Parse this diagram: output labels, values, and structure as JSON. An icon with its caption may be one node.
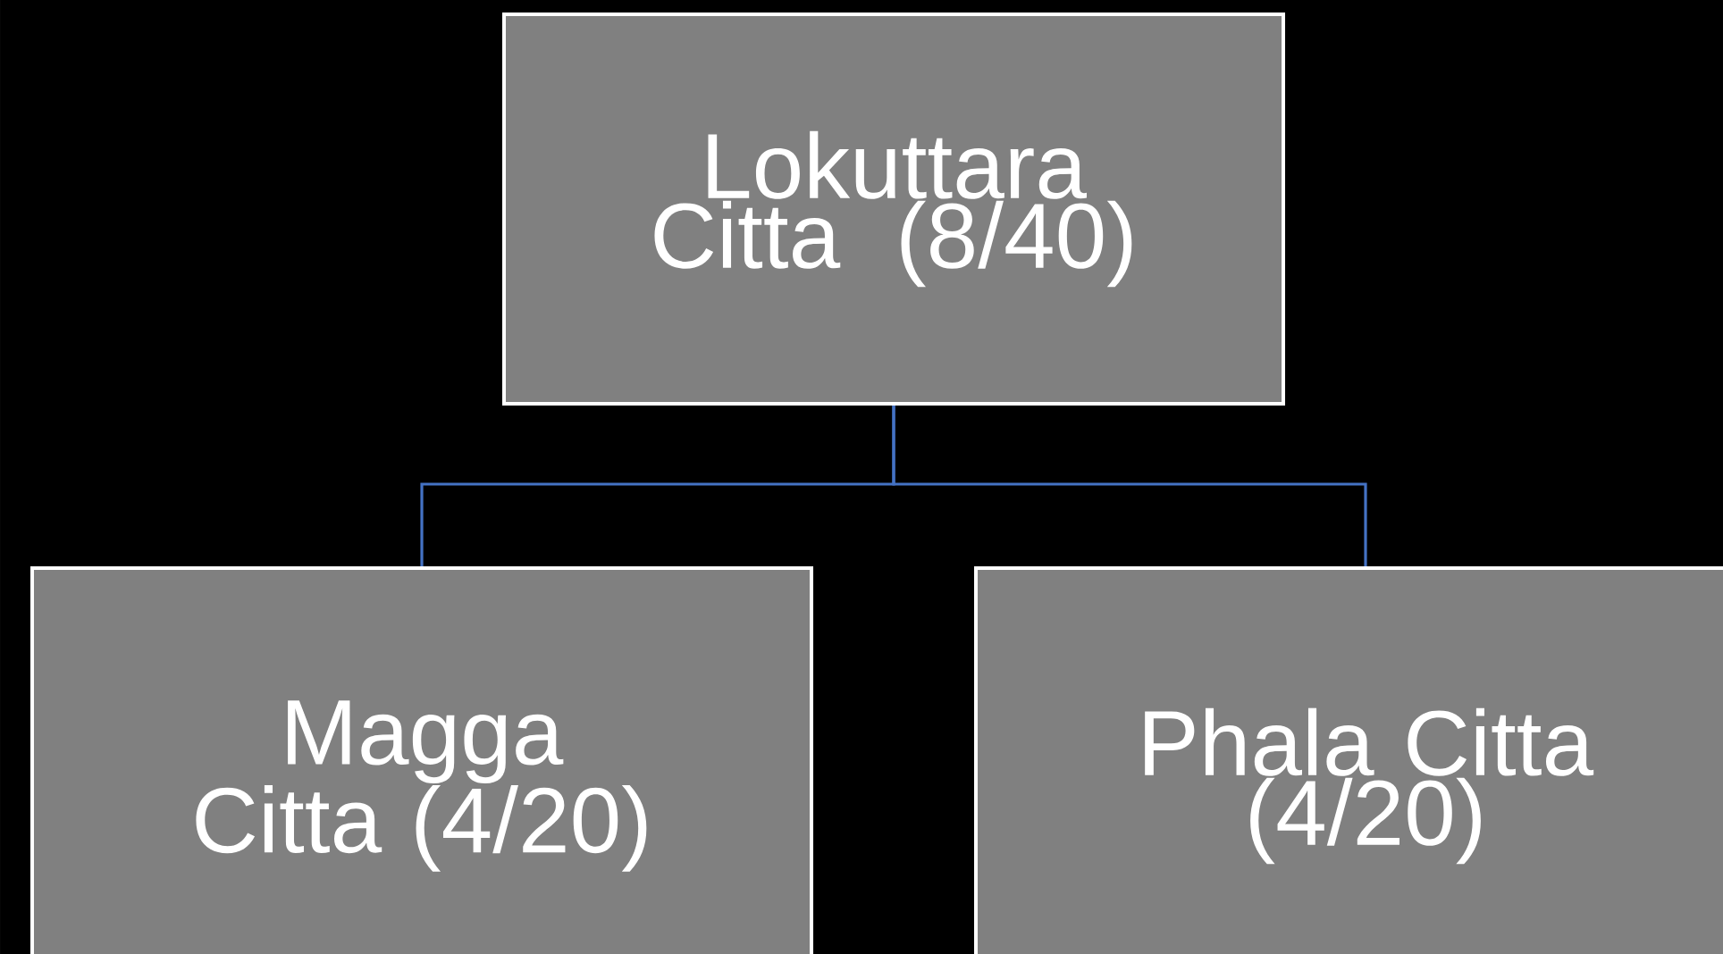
{
  "diagram": {
    "nodes": [
      {
        "text": [
          "Lokuttara Citta (8/40)"
        ]
      },
      {
        "text": [
          "Magga Citta (4/20)"
        ]
      },
      {
        "text": [
          "Phala Citta (4/20)"
        ]
      }
    ],
    "edges": [
      {
        "from": 0,
        "to": 1,
        "arrow": "none"
      },
      {
        "from": 0,
        "to": 2,
        "arrow": "none"
      }
    ]
  }
}
